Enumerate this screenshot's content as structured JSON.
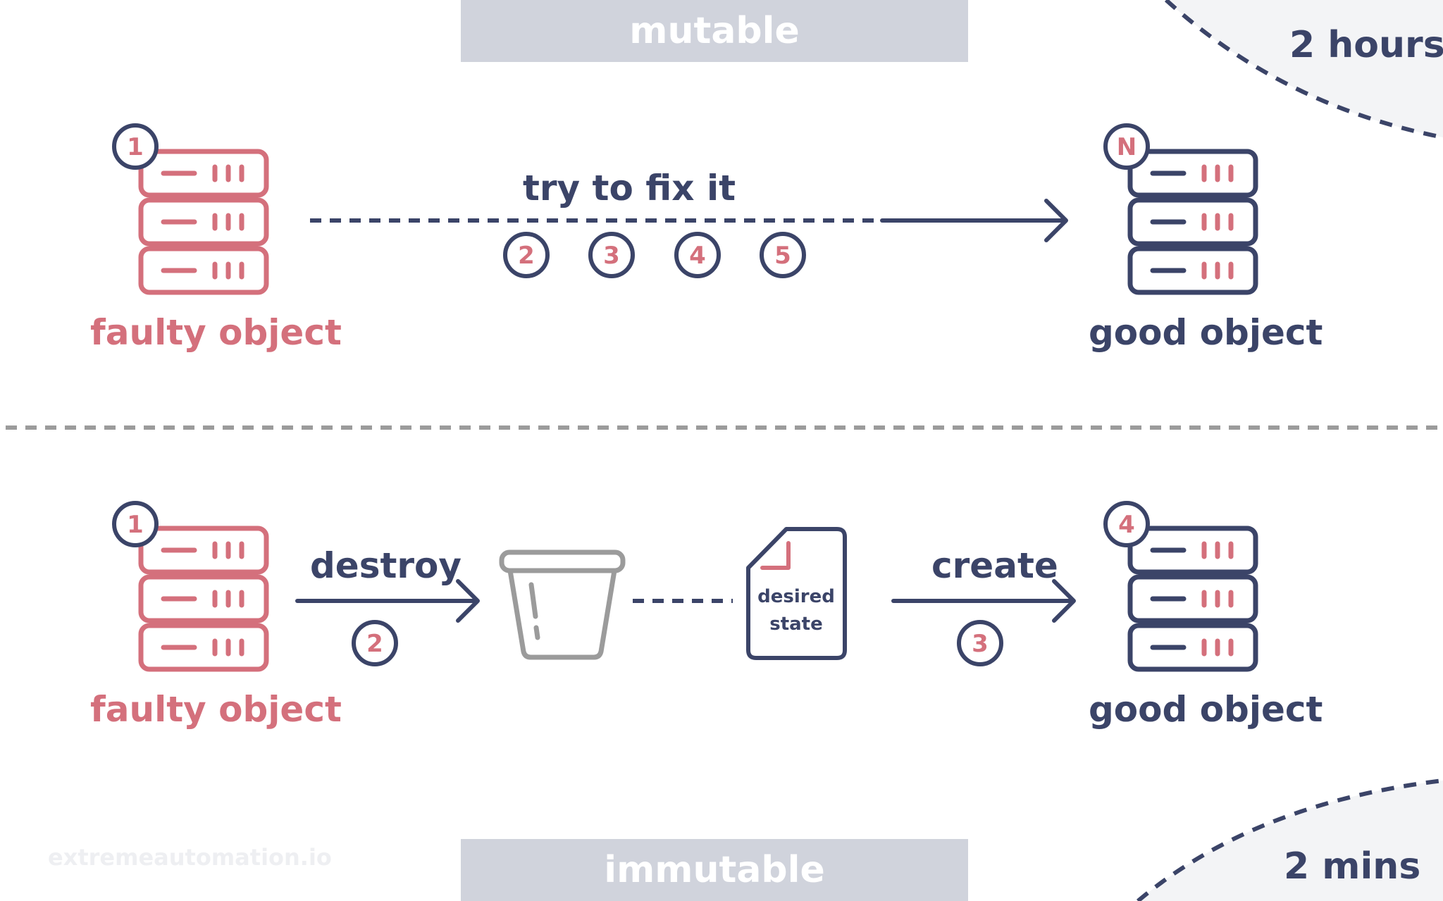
{
  "banners": {
    "top": "mutable",
    "bottom": "immutable"
  },
  "corners": {
    "top_right": "2 hours",
    "bottom_right": "2 mins"
  },
  "mutable": {
    "faulty_label": "faulty object",
    "faulty_badge": "1",
    "action_label": "try to fix it",
    "steps": [
      "2",
      "3",
      "4",
      "5"
    ],
    "good_label": "good object",
    "good_badge": "N"
  },
  "immutable": {
    "faulty_label": "faulty object",
    "faulty_badge": "1",
    "destroy_label": "destroy",
    "destroy_step": "2",
    "document_lines": [
      "desired",
      "state"
    ],
    "create_label": "create",
    "create_step": "3",
    "good_label": "good object",
    "good_badge": "4"
  },
  "watermark": "extremeautomation.io",
  "colors": {
    "navy": "#3b4468",
    "red": "#d4707c",
    "grey": "#9b9b9b",
    "banner": "#d0d3dc",
    "corner_fill": "#f3f4f6"
  },
  "icons": [
    "server-icon",
    "bucket-icon",
    "document-icon",
    "arrow-icon"
  ]
}
